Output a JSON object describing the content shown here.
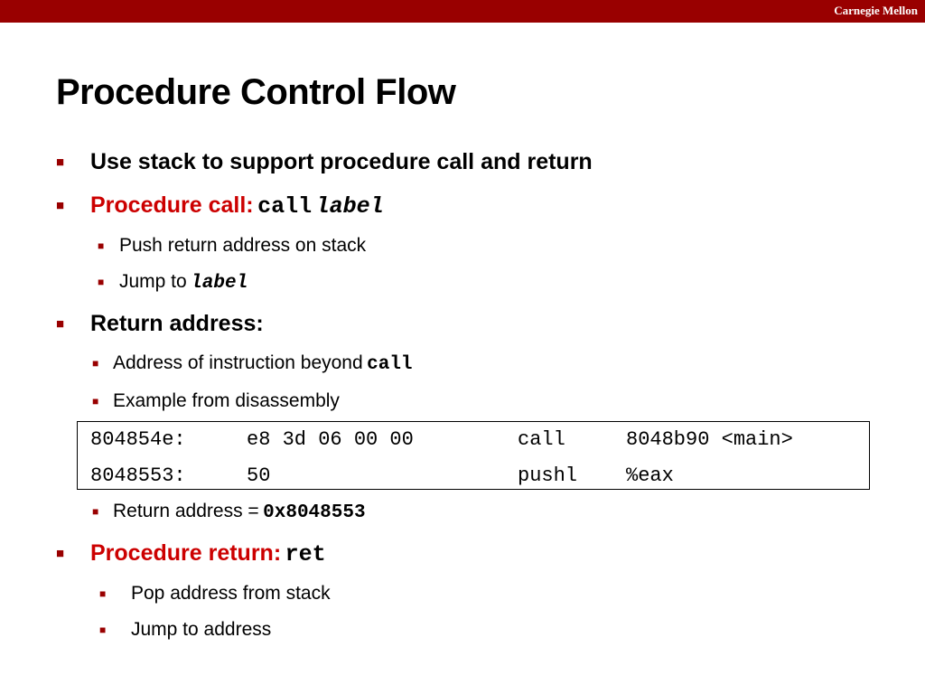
{
  "header": {
    "brand": "Carnegie Mellon"
  },
  "slide": {
    "title": "Procedure Control Flow",
    "bullets": [
      {
        "text": "Use stack to support procedure call and return"
      },
      {
        "label": "Procedure call:",
        "code": "call",
        "code_italic": "label",
        "subs": [
          {
            "text": "Push return address on stack"
          },
          {
            "text": "Jump to",
            "code_italic": "label"
          }
        ]
      },
      {
        "text": "Return address:",
        "subs": [
          {
            "text": "Address of instruction beyond",
            "code": "call"
          },
          {
            "text": "Example from disassembly"
          },
          {
            "text": "Return address =",
            "code": "0x8048553"
          }
        ]
      },
      {
        "label": "Procedure return:",
        "code": "ret",
        "subs": [
          {
            "text": "Pop address from stack"
          },
          {
            "text": "Jump to address"
          }
        ]
      }
    ],
    "disassembly": [
      {
        "address": "804854e:",
        "bytes": "e8 3d 06 00 00",
        "op": "call",
        "operand": "8048b90 <main>"
      },
      {
        "address": "8048553:",
        "bytes": "50",
        "op": "pushl",
        "operand_prefix": "%",
        "operand": "eax"
      }
    ]
  },
  "colors": {
    "brand_bar": "#990000",
    "accent_red": "#cc0000",
    "bullet": "#990000"
  }
}
